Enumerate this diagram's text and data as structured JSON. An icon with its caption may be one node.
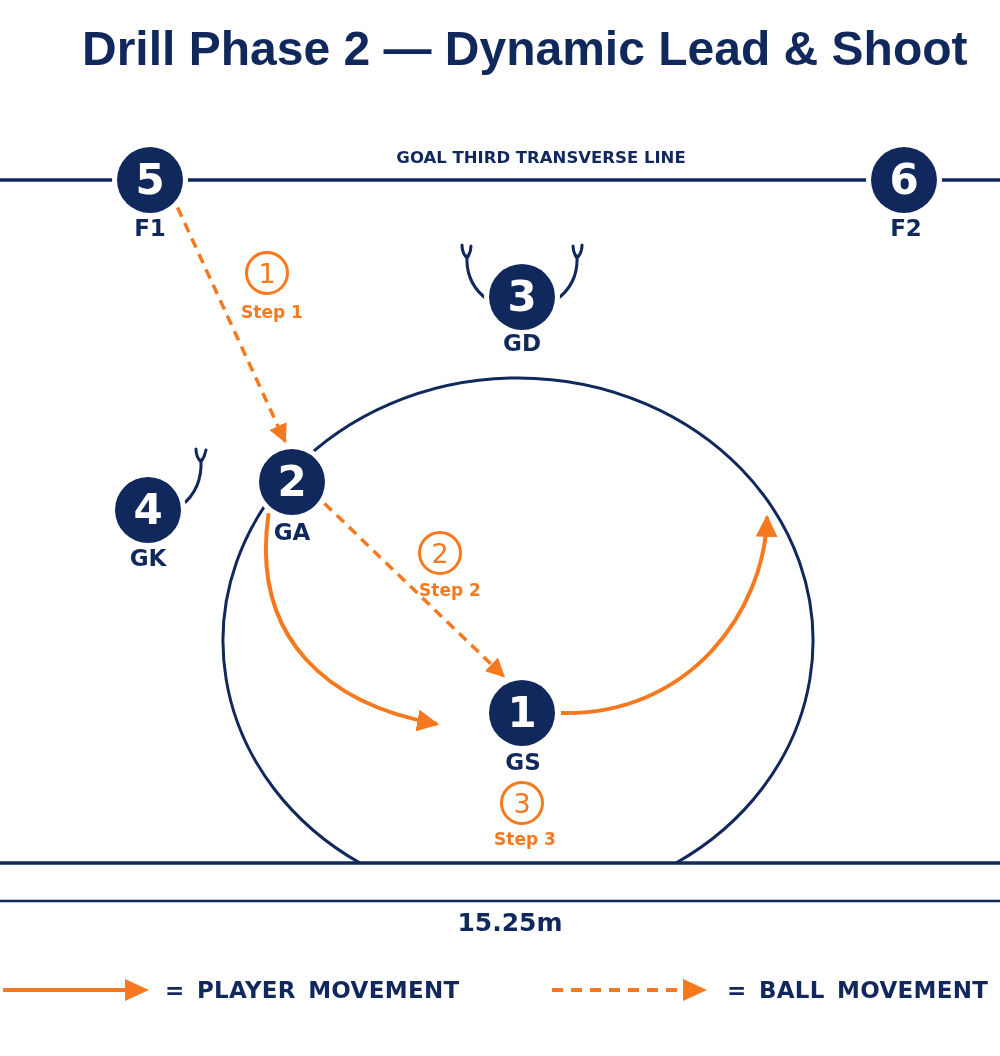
{
  "diagram": {
    "title": "Drill Phase 2 — Dynamic Lead & Shoot",
    "nodes": [
      {
        "text": [
          "5"
        ],
        "beside": [
          "F1"
        ]
      },
      {
        "text": [
          "6"
        ],
        "beside": [
          "F2"
        ]
      },
      {
        "text": [
          "1"
        ],
        "beside": [
          "Step 1"
        ]
      },
      {
        "text": [
          "3"
        ],
        "beside": [
          "GD"
        ]
      },
      {
        "text": [
          "2"
        ],
        "beside": [
          "GA"
        ]
      },
      {
        "text": [
          "4"
        ],
        "beside": [
          "GK"
        ]
      },
      {
        "text": [
          "2"
        ],
        "beside": [
          "Step 2"
        ]
      },
      {
        "text": [
          "1"
        ],
        "beside": [
          "GS"
        ]
      },
      {
        "text": [
          "3"
        ],
        "beside": [
          "Step 3"
        ]
      }
    ],
    "edges": [
      {
        "from": 0,
        "to": 4,
        "arrow": "to",
        "style": "dashed"
      },
      {
        "from": 4,
        "to": 7,
        "arrow": "to",
        "style": "dashed"
      },
      {
        "from": 4,
        "to": null,
        "arrow": "to"
      },
      {
        "from": 7,
        "to": null,
        "arrow": "to"
      }
    ],
    "labels": [
      "GOAL THIRD TRANSVERSE LINE",
      "15.25m"
    ],
    "legend": [
      {
        "text": "= PLAYER MOVEMENT"
      },
      {
        "text": "= BALL MOVEMENT"
      }
    ]
  }
}
